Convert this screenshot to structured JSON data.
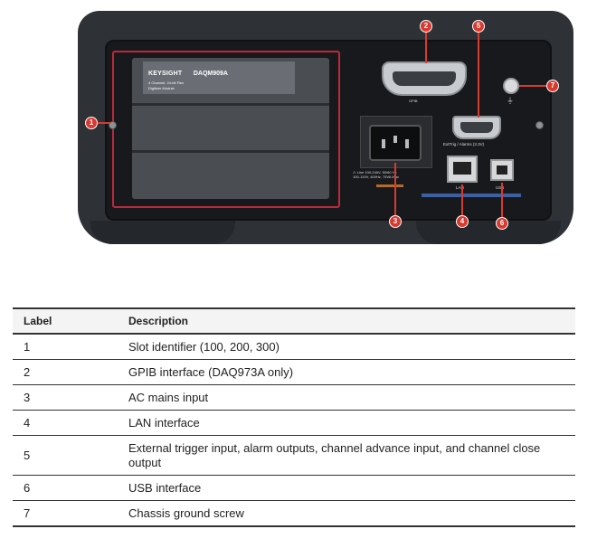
{
  "photo": {
    "module_brand": "KEYSIGHT",
    "module_model": "DAQM909A",
    "module_desc_1": "4 Channel, 24-bit Flex",
    "module_desc_2": "Digitizer Module",
    "gpib_label": "GPIB",
    "ext_trig_label": "ExtTrig / Alarms (3.3V)",
    "ac_label_1": "Line 100-240V, 50/60 Hz",
    "ac_label_2": "100-120V, 400Hz, 75VA Max",
    "lan_label": "LAN",
    "usb_label": "USB",
    "callouts": [
      "1",
      "2",
      "3",
      "4",
      "5",
      "6",
      "7"
    ],
    "icons": [
      "chassis-ground-icon",
      "warning-icon"
    ]
  },
  "colors": {
    "callout": "#d83a30",
    "chassis": "#2e3136"
  },
  "table": {
    "header_label": "Label",
    "header_description": "Description",
    "rows": [
      {
        "label": "1",
        "description": "Slot identifier (100, 200, 300)"
      },
      {
        "label": "2",
        "description": "GPIB interface (DAQ973A only)"
      },
      {
        "label": "3",
        "description": "AC mains input"
      },
      {
        "label": "4",
        "description": "LAN interface"
      },
      {
        "label": "5",
        "description": "External trigger input, alarm outputs, channel advance input, and channel close output"
      },
      {
        "label": "6",
        "description": "USB interface"
      },
      {
        "label": "7",
        "description": "Chassis ground screw"
      }
    ]
  }
}
